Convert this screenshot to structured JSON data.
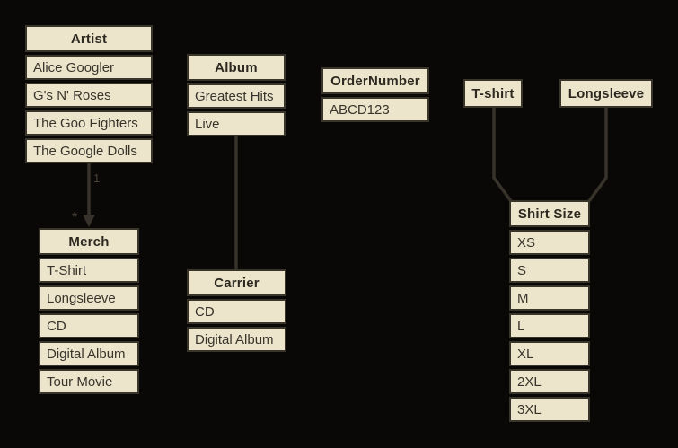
{
  "diagram": {
    "background_color": "#0a0806",
    "box_fill_color": "#ece5cc",
    "box_border_color": "#3a352b",
    "connector_color": "#38332a",
    "header_text_color": "#2d2921",
    "row_text_color": "#39342b"
  },
  "tables": [
    {
      "title": "Artist",
      "rows": [
        "Alice Googler",
        "G's N' Roses",
        "The Goo Fighters",
        "The Google Dolls"
      ]
    },
    {
      "title": "Album",
      "rows": [
        "Greatest Hits",
        "Live"
      ]
    },
    {
      "title": "OrderNumber",
      "rows": [
        "ABCD123"
      ]
    },
    {
      "title": "T-shirt",
      "rows": []
    },
    {
      "title": "Longsleeve",
      "rows": []
    },
    {
      "title": "Merch",
      "rows": [
        "T-Shirt",
        "Longsleeve",
        "CD",
        "Digital Album",
        "Tour Movie"
      ]
    },
    {
      "title": "Carrier",
      "rows": [
        "CD",
        "Digital Album"
      ]
    },
    {
      "title": "Shirt Size",
      "rows": [
        "XS",
        "S",
        "M",
        "L",
        "XL",
        "2XL",
        "3XL"
      ]
    }
  ],
  "connectors": {
    "artist_to_merch": {
      "source_multiplicity": "1",
      "target_multiplicity": "*"
    }
  }
}
